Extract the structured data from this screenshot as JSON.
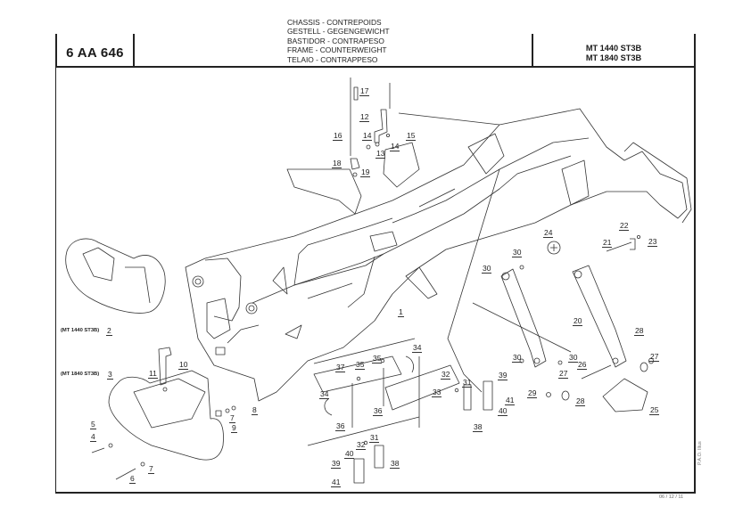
{
  "header": {
    "reference_code": "6 AA 646",
    "titles": [
      "CHASSIS - CONTREPOIDS",
      "GESTELL - GEGENGEWICHT",
      "BASTIDOR - CONTRAPESO",
      "FRAME - COUNTERWEIGHT",
      "TELAIO - CONTRAPPESO"
    ],
    "models": [
      "MT 1440 ST3B",
      "MT 1840 ST3B"
    ]
  },
  "footer": {
    "date": "06 / 12 / 11",
    "illustration_credit": "P.A.O. Illus"
  },
  "variants": [
    {
      "label": "(MT 1440 ST3B)",
      "part": "2"
    },
    {
      "label": "(MT 1840 ST3B)",
      "part": "3"
    }
  ],
  "callouts": [
    {
      "id": "c1",
      "num": "1"
    },
    {
      "id": "c2",
      "num": "2"
    },
    {
      "id": "c3",
      "num": "3"
    },
    {
      "id": "c4",
      "num": "4"
    },
    {
      "id": "c5",
      "num": "5"
    },
    {
      "id": "c6",
      "num": "6"
    },
    {
      "id": "c7a",
      "num": "7"
    },
    {
      "id": "c7b",
      "num": "7"
    },
    {
      "id": "c8",
      "num": "8"
    },
    {
      "id": "c9",
      "num": "9"
    },
    {
      "id": "c10",
      "num": "10"
    },
    {
      "id": "c11",
      "num": "11"
    },
    {
      "id": "c12",
      "num": "12"
    },
    {
      "id": "c13",
      "num": "13"
    },
    {
      "id": "c14a",
      "num": "14"
    },
    {
      "id": "c14b",
      "num": "14"
    },
    {
      "id": "c15",
      "num": "15"
    },
    {
      "id": "c16",
      "num": "16"
    },
    {
      "id": "c17",
      "num": "17"
    },
    {
      "id": "c18",
      "num": "18"
    },
    {
      "id": "c19",
      "num": "19"
    },
    {
      "id": "c20",
      "num": "20"
    },
    {
      "id": "c21",
      "num": "21"
    },
    {
      "id": "c22",
      "num": "22"
    },
    {
      "id": "c23",
      "num": "23"
    },
    {
      "id": "c24",
      "num": "24"
    },
    {
      "id": "c25",
      "num": "25"
    },
    {
      "id": "c26",
      "num": "26"
    },
    {
      "id": "c27a",
      "num": "27"
    },
    {
      "id": "c27b",
      "num": "27"
    },
    {
      "id": "c28a",
      "num": "28"
    },
    {
      "id": "c28b",
      "num": "28"
    },
    {
      "id": "c29",
      "num": "29"
    },
    {
      "id": "c30a",
      "num": "30"
    },
    {
      "id": "c30b",
      "num": "30"
    },
    {
      "id": "c30c",
      "num": "30"
    },
    {
      "id": "c30d",
      "num": "30"
    },
    {
      "id": "c31a",
      "num": "31"
    },
    {
      "id": "c31b",
      "num": "31"
    },
    {
      "id": "c32a",
      "num": "32"
    },
    {
      "id": "c32b",
      "num": "32"
    },
    {
      "id": "c33",
      "num": "33"
    },
    {
      "id": "c34a",
      "num": "34"
    },
    {
      "id": "c34b",
      "num": "34"
    },
    {
      "id": "c35a",
      "num": "35"
    },
    {
      "id": "c35b",
      "num": "35"
    },
    {
      "id": "c36a",
      "num": "36"
    },
    {
      "id": "c36b",
      "num": "36"
    },
    {
      "id": "c37",
      "num": "37"
    },
    {
      "id": "c38a",
      "num": "38"
    },
    {
      "id": "c38b",
      "num": "38"
    },
    {
      "id": "c39a",
      "num": "39"
    },
    {
      "id": "c39b",
      "num": "39"
    },
    {
      "id": "c40a",
      "num": "40"
    },
    {
      "id": "c40b",
      "num": "40"
    },
    {
      "id": "c41a",
      "num": "41"
    },
    {
      "id": "c41b",
      "num": "41"
    }
  ]
}
